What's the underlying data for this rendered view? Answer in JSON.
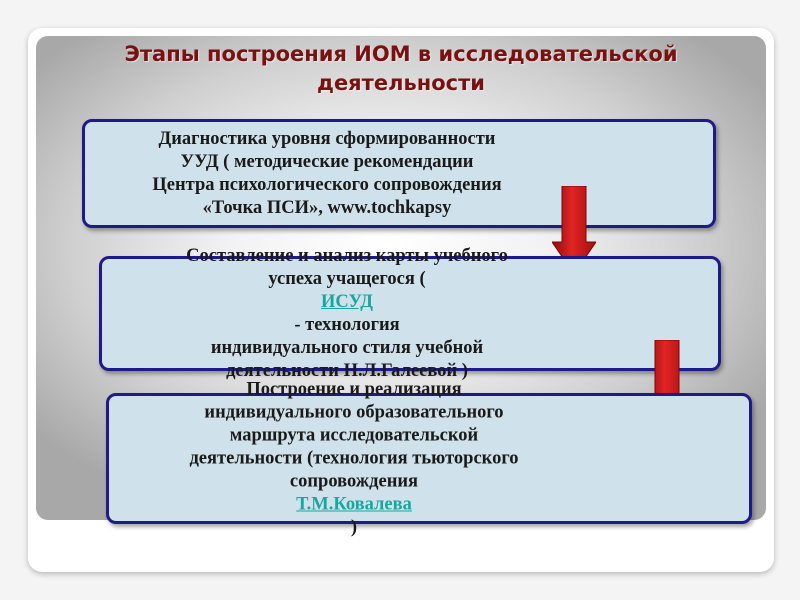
{
  "slide": {
    "title_lines": [
      "Этапы построения ИОМ в исследовательской",
      "деятельности"
    ],
    "steps": [
      {
        "lines": [
          "Диагностика уровня сформированности",
          "УУД ( методические рекомендации",
          "Центра психологического сопровождения",
          "«Точка ПСИ», www.tochkapsy"
        ]
      },
      {
        "line1": "Составление и анализ карты учебного",
        "line2_before": "успеха учащегося (",
        "line2_link": "ИСУД",
        "line2_after": " - технология",
        "line3": "индивидуального стиля учебной",
        "line4": "деятельности Н.Л.Галеевой )"
      },
      {
        "line1": "Построение и реализация",
        "line2": "индивидуального образовательного",
        "line3": "маршрута  исследовательской",
        "line4": "деятельности (технология тьюторского",
        "line5_before": "сопровождения ",
        "line5_link": "Т.М.Ковалева",
        "line5_after": ")"
      }
    ],
    "arrow_icon": "down-arrow-icon",
    "colors": {
      "title": "#7a1111",
      "box_border": "#1d1a8c",
      "box_fill": "#cfe1ea",
      "link": "#1aa6a0",
      "arrow": "#d11a1a"
    }
  }
}
